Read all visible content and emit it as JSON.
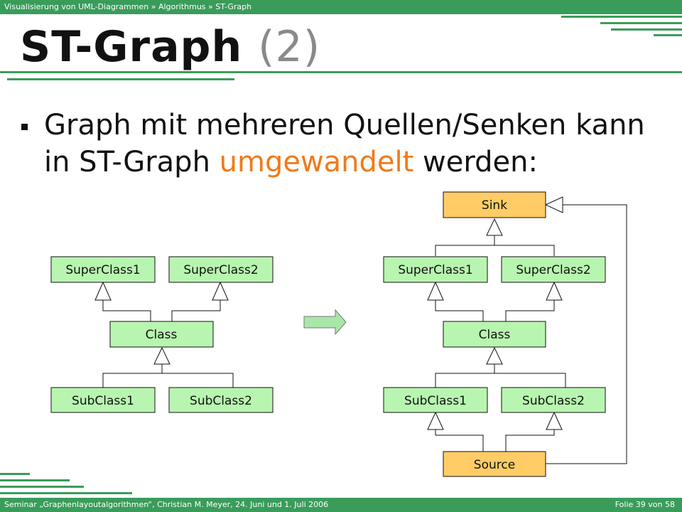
{
  "breadcrumb": "Visualisierung von UML-Diagrammen » Algorithmus » ST-Graph",
  "title": {
    "main": "ST-Graph",
    "suffix": "(2)"
  },
  "bullet": {
    "before": "Graph mit mehreren Quellen/Senken kann in ST-Graph ",
    "highlight": "umgewandelt",
    "after": " werden:"
  },
  "left_diagram": {
    "superclass1": "SuperClass1",
    "superclass2": "SuperClass2",
    "class": "Class",
    "subclass1": "SubClass1",
    "subclass2": "SubClass2"
  },
  "right_diagram": {
    "sink": "Sink",
    "superclass1": "SuperClass1",
    "superclass2": "SuperClass2",
    "class": "Class",
    "subclass1": "SubClass1",
    "subclass2": "SubClass2",
    "source": "Source"
  },
  "footer": {
    "left": "Seminar „Graphenlayoutalgorithmen“, Christian M. Meyer, 24. Juni und 1. Juli 2006",
    "right": "Folie 39 von 58"
  },
  "colors": {
    "accent": "#3a9c5a",
    "class_box": "#b8f5b0",
    "special_box": "#ffcc66",
    "highlight": "#f07a1a"
  }
}
